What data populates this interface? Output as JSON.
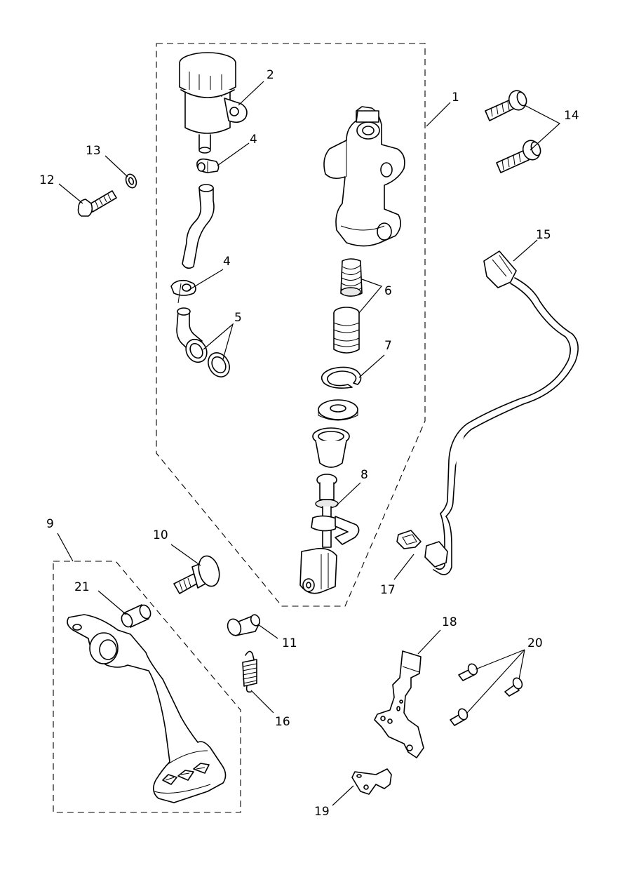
{
  "callouts": [
    {
      "id": "c1",
      "label": "1"
    },
    {
      "id": "c2",
      "label": "2"
    },
    {
      "id": "c4a",
      "label": "4"
    },
    {
      "id": "c4b",
      "label": "4"
    },
    {
      "id": "c5",
      "label": "5"
    },
    {
      "id": "c6",
      "label": "6"
    },
    {
      "id": "c7",
      "label": "7"
    },
    {
      "id": "c8",
      "label": "8"
    },
    {
      "id": "c9",
      "label": "9"
    },
    {
      "id": "c10",
      "label": "10"
    },
    {
      "id": "c11",
      "label": "11"
    },
    {
      "id": "c12",
      "label": "12"
    },
    {
      "id": "c13",
      "label": "13"
    },
    {
      "id": "c14",
      "label": "14"
    },
    {
      "id": "c15",
      "label": "15"
    },
    {
      "id": "c16",
      "label": "16"
    },
    {
      "id": "c17",
      "label": "17"
    },
    {
      "id": "c18",
      "label": "18"
    },
    {
      "id": "c19",
      "label": "19"
    },
    {
      "id": "c20",
      "label": "20"
    },
    {
      "id": "c21",
      "label": "21"
    }
  ]
}
